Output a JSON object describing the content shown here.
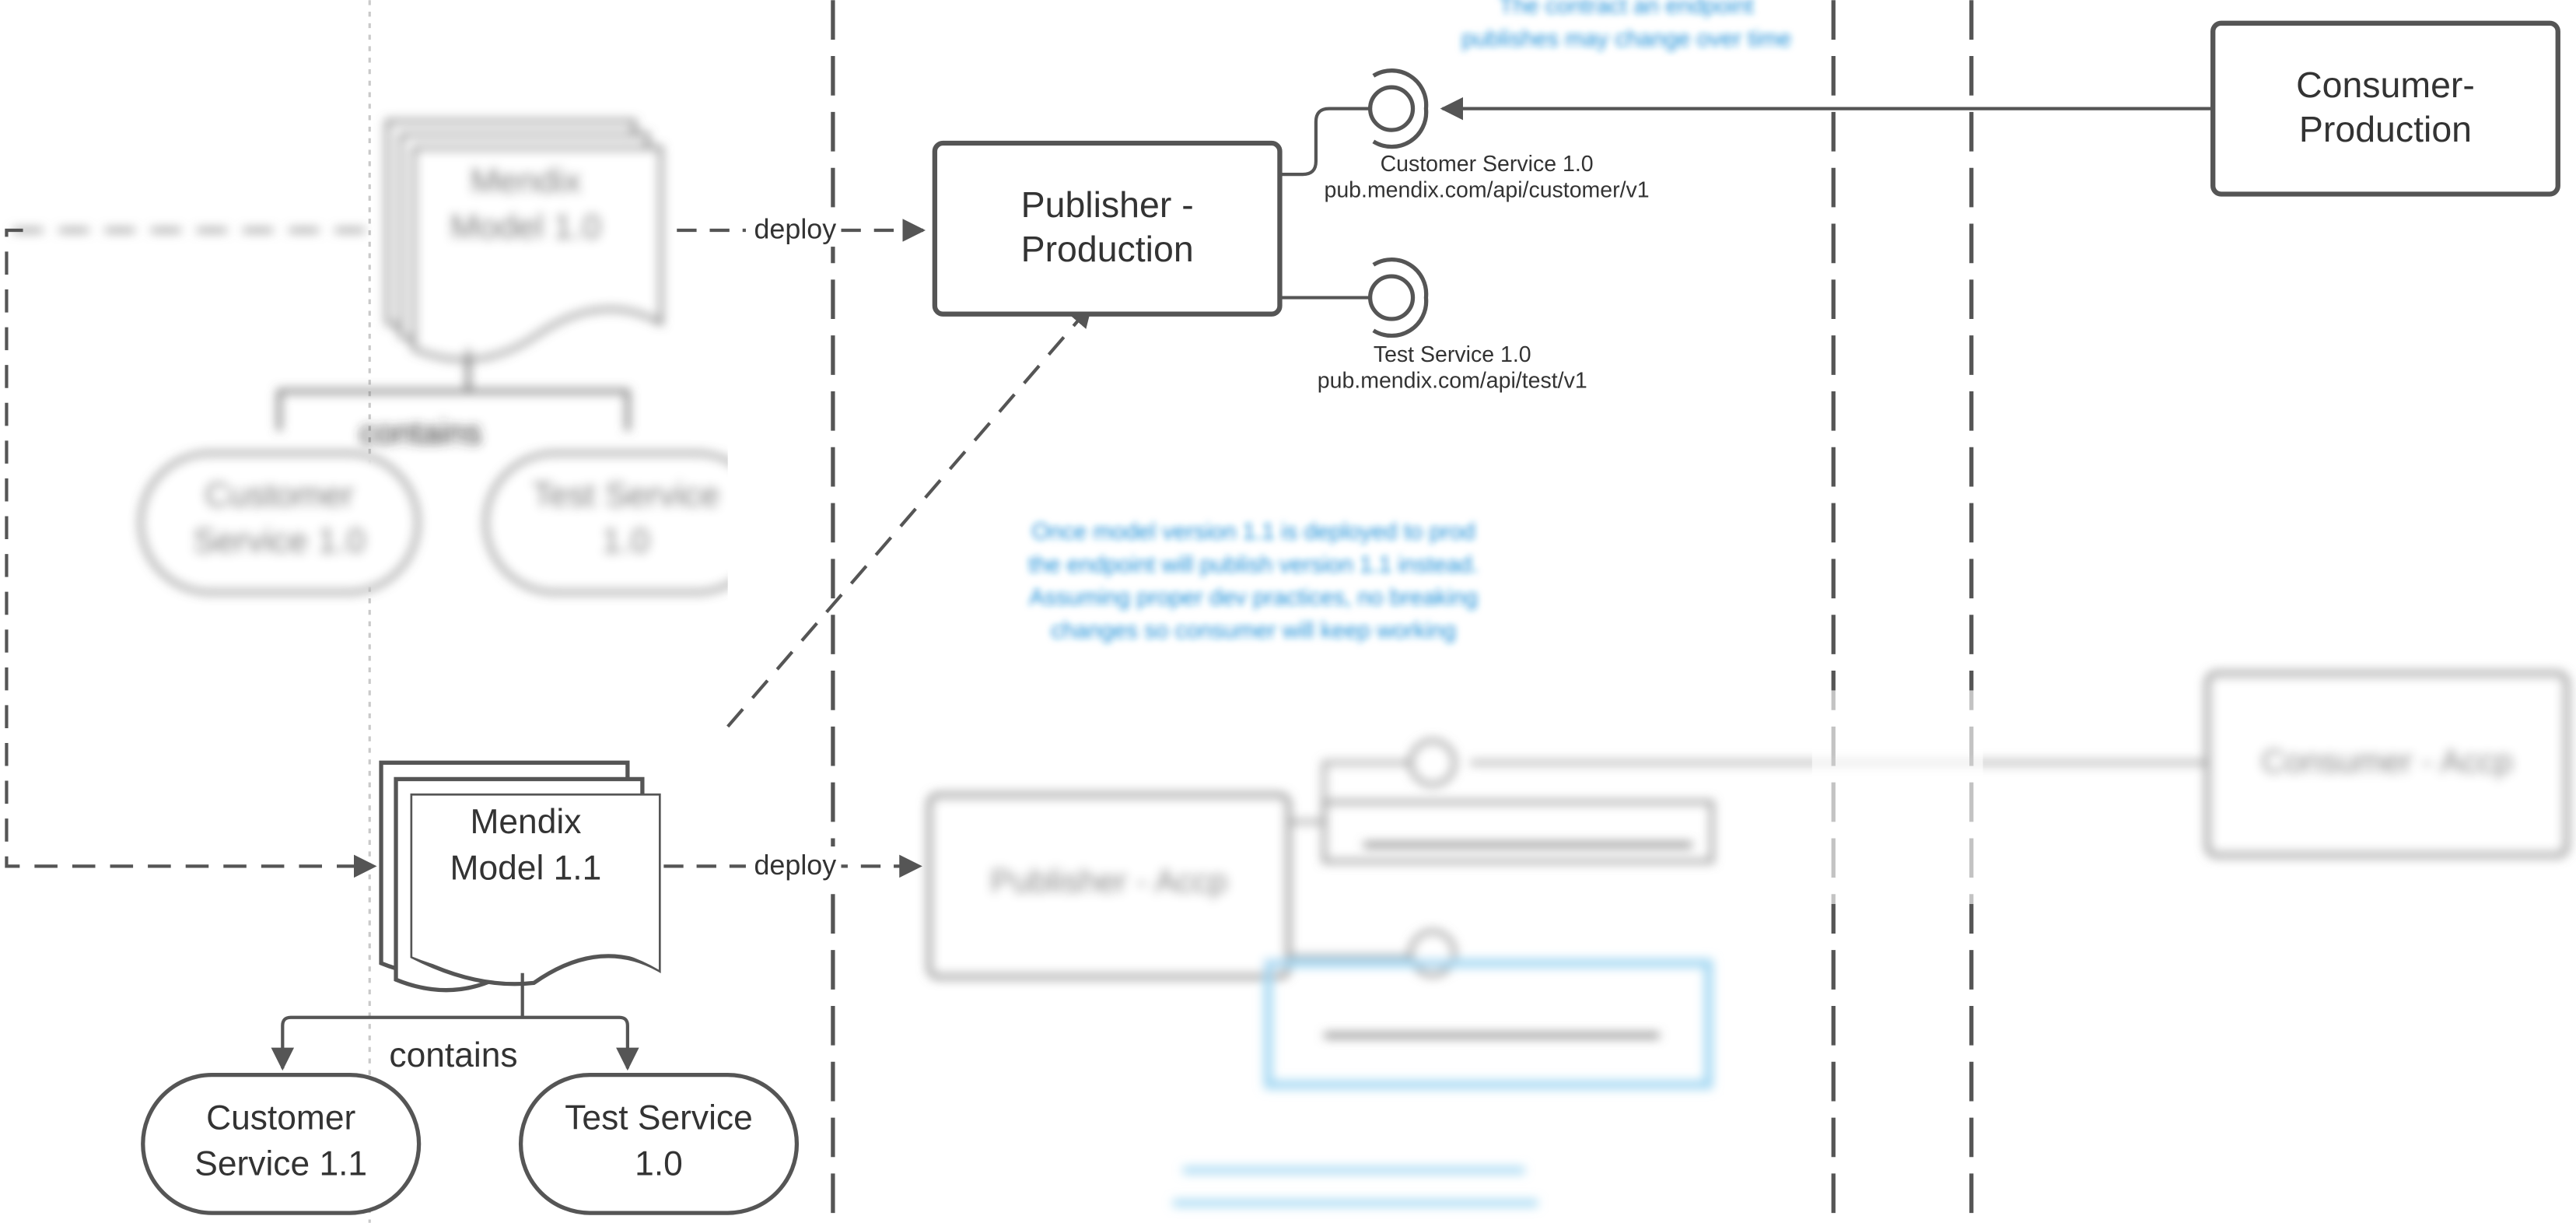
{
  "colors": {
    "stroke": "#555555",
    "text": "#333333",
    "note_blue": "#1a8fd8",
    "faint_blue": "#9fd6f2"
  },
  "top_note": {
    "line1": "The contract an endpoint",
    "line2": "publishes may change over time"
  },
  "consumer_production": {
    "line1": "Consumer-",
    "line2": "Production"
  },
  "publisher_production": {
    "line1": "Publisher -",
    "line2": "Production"
  },
  "endpoints": [
    {
      "name": "Customer Service 1.0",
      "url": "pub.mendix.com/api/customer/v1"
    },
    {
      "name": "Test Service 1.0",
      "url": "pub.mendix.com/api/test/v1"
    }
  ],
  "model_old": {
    "line1": "Mendix",
    "line2": "Model 1.0",
    "deploy_label": "deploy",
    "contains_label": "contains",
    "service_a": {
      "line1": "Customer",
      "line2": "Service 1.0"
    },
    "service_b": {
      "line1": "Test Service",
      "line2": "1.0"
    }
  },
  "model_new": {
    "line1": "Mendix",
    "line2": "Model 1.1",
    "deploy_label": "deploy",
    "contains_label": "contains",
    "service_a": {
      "line1": "Customer",
      "line2": "Service 1.1"
    },
    "service_b": {
      "line1": "Test Service",
      "line2": "1.0"
    }
  },
  "middle_note": {
    "line1": "Once model version 1.1 is deployed to prod",
    "line2": "the endpoint will publish version 1.1 instead.",
    "line3": "Assuming proper dev practices, no breaking",
    "line4": "changes so consumer will keep working"
  },
  "publisher_acceptance": {
    "label": "Publisher - Accp"
  },
  "consumer_acceptance": {
    "label": "Consumer - Accp"
  }
}
